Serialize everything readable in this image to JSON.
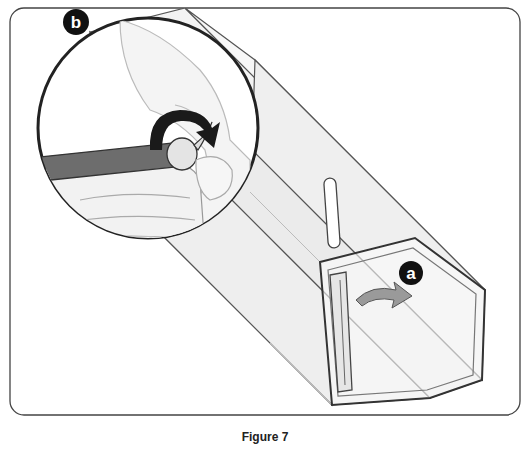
{
  "diagram": {
    "caption": "Figure 7",
    "labels": [
      "a",
      "b"
    ]
  }
}
